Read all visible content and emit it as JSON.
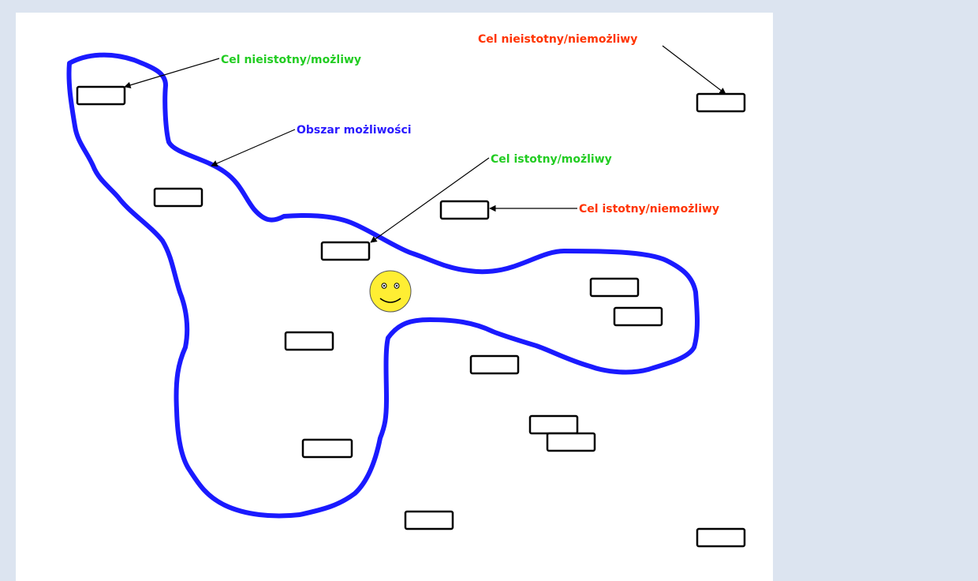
{
  "labels": {
    "irrelevant_possible": "Cel nieistotny/możliwy",
    "irrelevant_impossible": "Cel nieistotny/niemożliwy",
    "possibility_area": "Obszar możliwości",
    "relevant_possible": "Cel istotny/możliwy",
    "relevant_impossible": "Cel istotny/niemożliwy"
  },
  "colors": {
    "possible_label": "#22cc22",
    "impossible_label": "#ff3300",
    "area_label": "#2a1aff",
    "area_outline": "#1a1aff",
    "smiley_fill": "#ffee33",
    "background": "#dce4f0",
    "canvas": "#ffffff"
  },
  "icons": {
    "agent": "smiley-face-icon"
  }
}
